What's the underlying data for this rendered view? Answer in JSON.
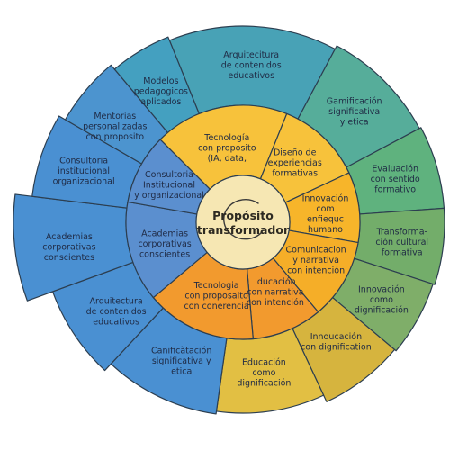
{
  "center": {
    "lines": [
      "Propósito",
      "transformador"
    ],
    "fill": "#f6e7b3"
  },
  "inner_ring": [
    {
      "lines": [
        "Tecnología",
        "con proposito",
        "(IA, data,"
      ],
      "fill": "#f7c23b"
    },
    {
      "lines": [
        "Diseño de",
        "experiencias",
        "formativas"
      ],
      "fill": "#f7c23b"
    },
    {
      "lines": [
        "Innovación",
        "com",
        "enfiequc",
        "humano"
      ],
      "fill": "#f7b52a"
    },
    {
      "lines": [
        "Comunicacion",
        "y narrativa",
        "con intención"
      ],
      "fill": "#f5ae28"
    },
    {
      "lines": [
        "Iducación",
        "con narrativa",
        "con intención"
      ],
      "fill": "#f29a2e"
    },
    {
      "lines": [
        "Tecnologia",
        "con proposaito",
        "con conerencia"
      ],
      "fill": "#f29a2e"
    },
    {
      "lines": [
        "Academias",
        "corporativas",
        "conscientes"
      ],
      "fill": "#5b8fcf"
    },
    {
      "lines": [
        "Consultoria",
        "Institucional",
        "y organizacional"
      ],
      "fill": "#5b8fcf"
    }
  ],
  "outer_ring": [
    {
      "lines": [
        "Arquitecitura",
        "de contenidos",
        "educativos"
      ],
      "fill": "#48a2b6"
    },
    {
      "lines": [
        "Gamificación",
        "significativa",
        "y etica"
      ],
      "fill": "#56ad9a"
    },
    {
      "lines": [
        "Evaluación",
        "con sentido",
        "formativo"
      ],
      "fill": "#5fb27e"
    },
    {
      "lines": [
        "Transforma-",
        "ción cultural",
        "formativa"
      ],
      "fill": "#73ad6a"
    },
    {
      "lines": [
        "Innovación",
        "como",
        "dignificación"
      ],
      "fill": "#7fae69"
    },
    {
      "lines": [
        "Innoucación",
        "con dignification"
      ],
      "fill": "#d6b43e"
    },
    {
      "lines": [
        "Educación",
        "como",
        "dignificación"
      ],
      "fill": "#e2bf43"
    },
    {
      "lines": [
        "Canificàtación",
        "significativa y",
        "etica"
      ],
      "fill": "#4a90d2"
    },
    {
      "lines": [
        "Arquitectura",
        "de contenidos",
        "educativos"
      ],
      "fill": "#4a90d2"
    },
    {
      "lines": [
        "Academias",
        "corporativas",
        "conscientes"
      ],
      "fill": "#4a90d2"
    },
    {
      "lines": [
        "Consultoria",
        "institucional",
        "organizacional"
      ],
      "fill": "#4a90d2"
    },
    {
      "lines": [
        "Mentorias",
        "personalizadas",
        "con proposito"
      ],
      "fill": "#4c94cf"
    },
    {
      "lines": [
        "Modelos",
        "pedagogicos",
        "aplicados"
      ],
      "fill": "#44a0c0"
    }
  ],
  "colors": {
    "stroke": "#2c3e50",
    "swirl": "#3a3a3a"
  }
}
